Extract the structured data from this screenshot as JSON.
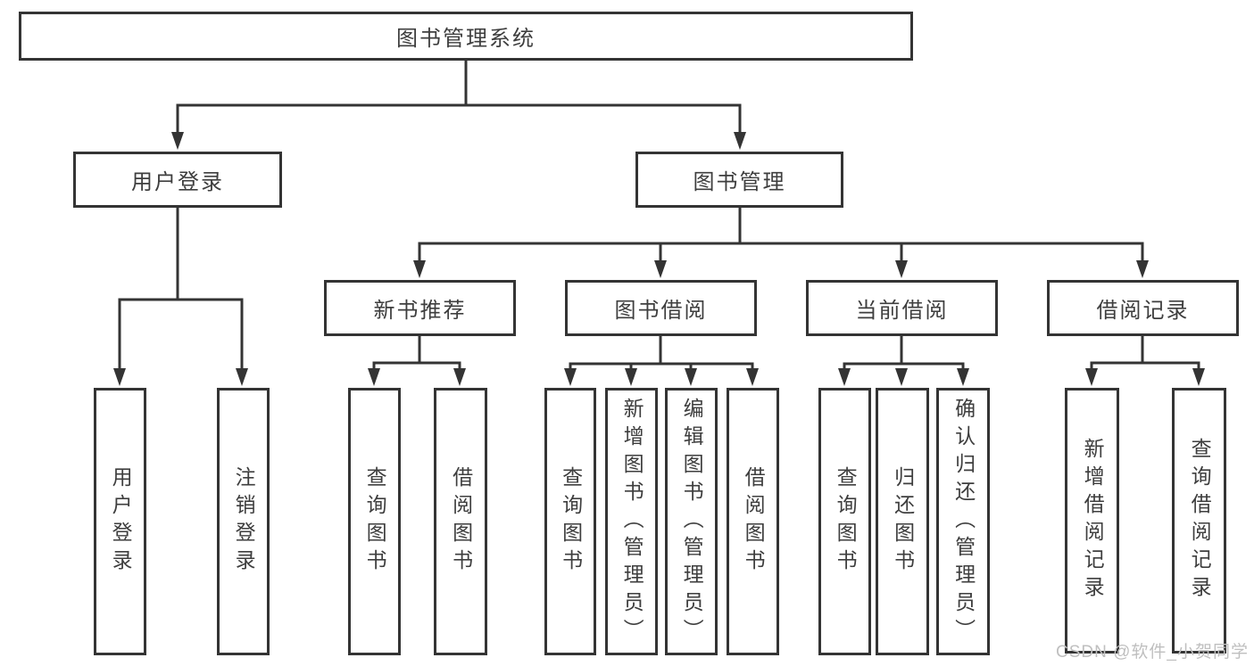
{
  "diagram": {
    "root": {
      "label": "图书管理系统"
    },
    "branches": [
      {
        "label": "用户登录",
        "children": [
          {
            "label": "用户登录"
          },
          {
            "label": "注销登录"
          }
        ]
      },
      {
        "label": "图书管理",
        "children": [
          {
            "label": "新书推荐",
            "children": [
              {
                "label": "查询图书"
              },
              {
                "label": "借阅图书"
              }
            ]
          },
          {
            "label": "图书借阅",
            "children": [
              {
                "label": "查询图书"
              },
              {
                "label": "新增图书（管理员）"
              },
              {
                "label": "编辑图书（管理员）"
              },
              {
                "label": "借阅图书"
              }
            ]
          },
          {
            "label": "当前借阅",
            "children": [
              {
                "label": "查询图书"
              },
              {
                "label": "归还图书"
              },
              {
                "label": "确认归还（管理员）"
              }
            ]
          },
          {
            "label": "借阅记录",
            "children": [
              {
                "label": "新增借阅记录"
              },
              {
                "label": "查询借阅记录"
              }
            ]
          }
        ]
      }
    ]
  },
  "watermark": {
    "text": "CSDN @软件_小贺同学",
    "color": "#bfbfbf"
  },
  "colors": {
    "line": "#343434",
    "box_border": "#343434",
    "text": "#3e3e3e",
    "background": "#ffffff"
  }
}
